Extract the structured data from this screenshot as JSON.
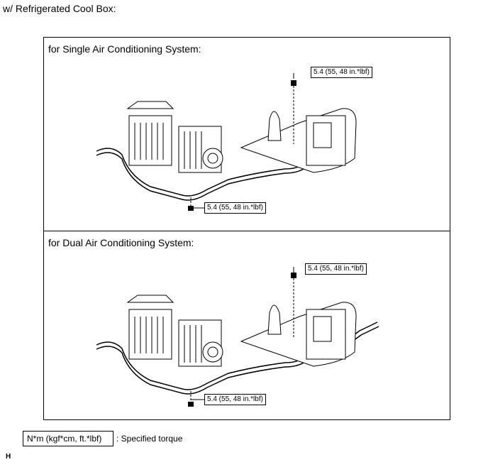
{
  "heading": "w/ Refrigerated Cool Box:",
  "panels": [
    {
      "title": "for Single Air Conditioning System:",
      "callouts": [
        "5.4 (55, 48 in.*lbf)",
        "5.4 (55, 48 in.*lbf)"
      ]
    },
    {
      "title": "for Dual Air Conditioning System:",
      "callouts": [
        "5.4 (55, 48 in.*lbf)",
        "5.4 (55, 48 in.*lbf)"
      ]
    }
  ],
  "legend": {
    "unit": "N*m (kgf*cm, ft.*lbf)",
    "description": ": Specified torque"
  },
  "footer_code": "H"
}
